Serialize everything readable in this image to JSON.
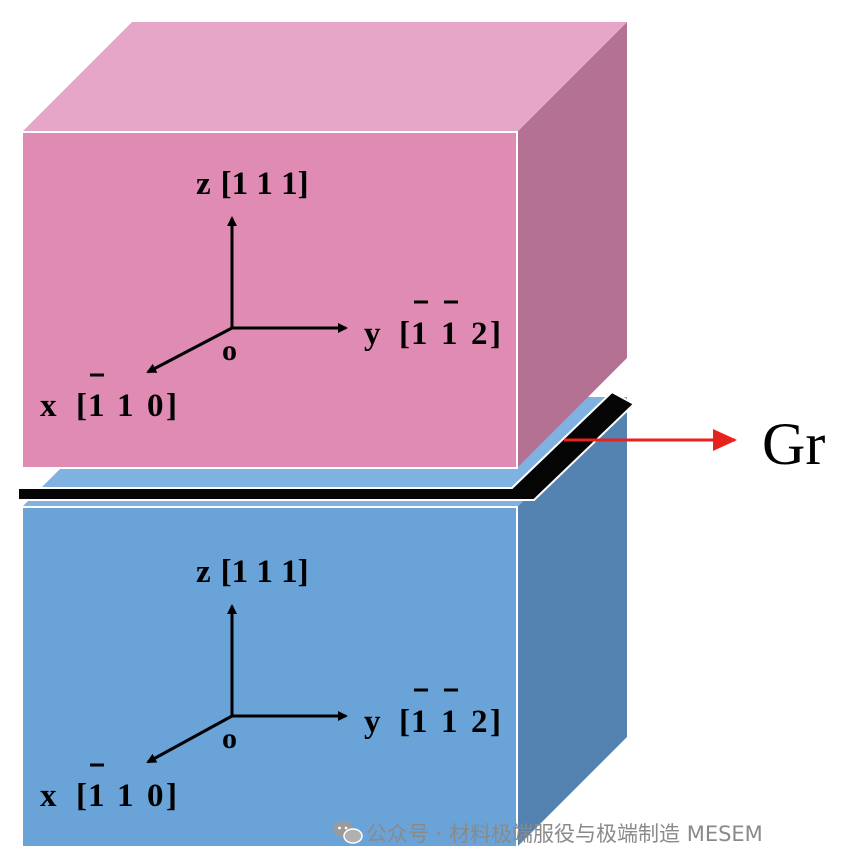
{
  "colors": {
    "upper_front": "#df8bb4",
    "upper_top": "#e6a6c7",
    "upper_side": "#b57193",
    "lower_front": "#6aa3d8",
    "lower_top": "#7fb2e0",
    "lower_side": "#5483b2",
    "graphene": "#050505",
    "arrow": "#e8231e",
    "axis": "#000000",
    "watermark": "#8a8a8a"
  },
  "upper_block": {
    "z_axis": {
      "name": "z",
      "dir": "[1 1 1]"
    },
    "y_axis": {
      "name": "y",
      "dir_open": "[",
      "d1": "1",
      "d2": "1",
      "d3": "2",
      "dir_close": "]"
    },
    "x_axis": {
      "name": "x",
      "dir_open": "[",
      "d1": "1",
      "d2": "1",
      "d3": "0",
      "dir_close": "]"
    },
    "origin": "o"
  },
  "lower_block": {
    "z_axis": {
      "name": "z",
      "dir": "[1 1 1]"
    },
    "y_axis": {
      "name": "y",
      "dir_open": "[",
      "d1": "1",
      "d2": "1",
      "d3": "2",
      "dir_close": "]"
    },
    "x_axis": {
      "name": "x",
      "dir_open": "[",
      "d1": "1",
      "d2": "1",
      "d3": "0",
      "dir_close": "]"
    },
    "origin": "o"
  },
  "graphene_label": "Gr",
  "watermark": {
    "icon": "wechat-icon",
    "text": "公众号 · 材料极端服役与极端制造 MESEM"
  }
}
